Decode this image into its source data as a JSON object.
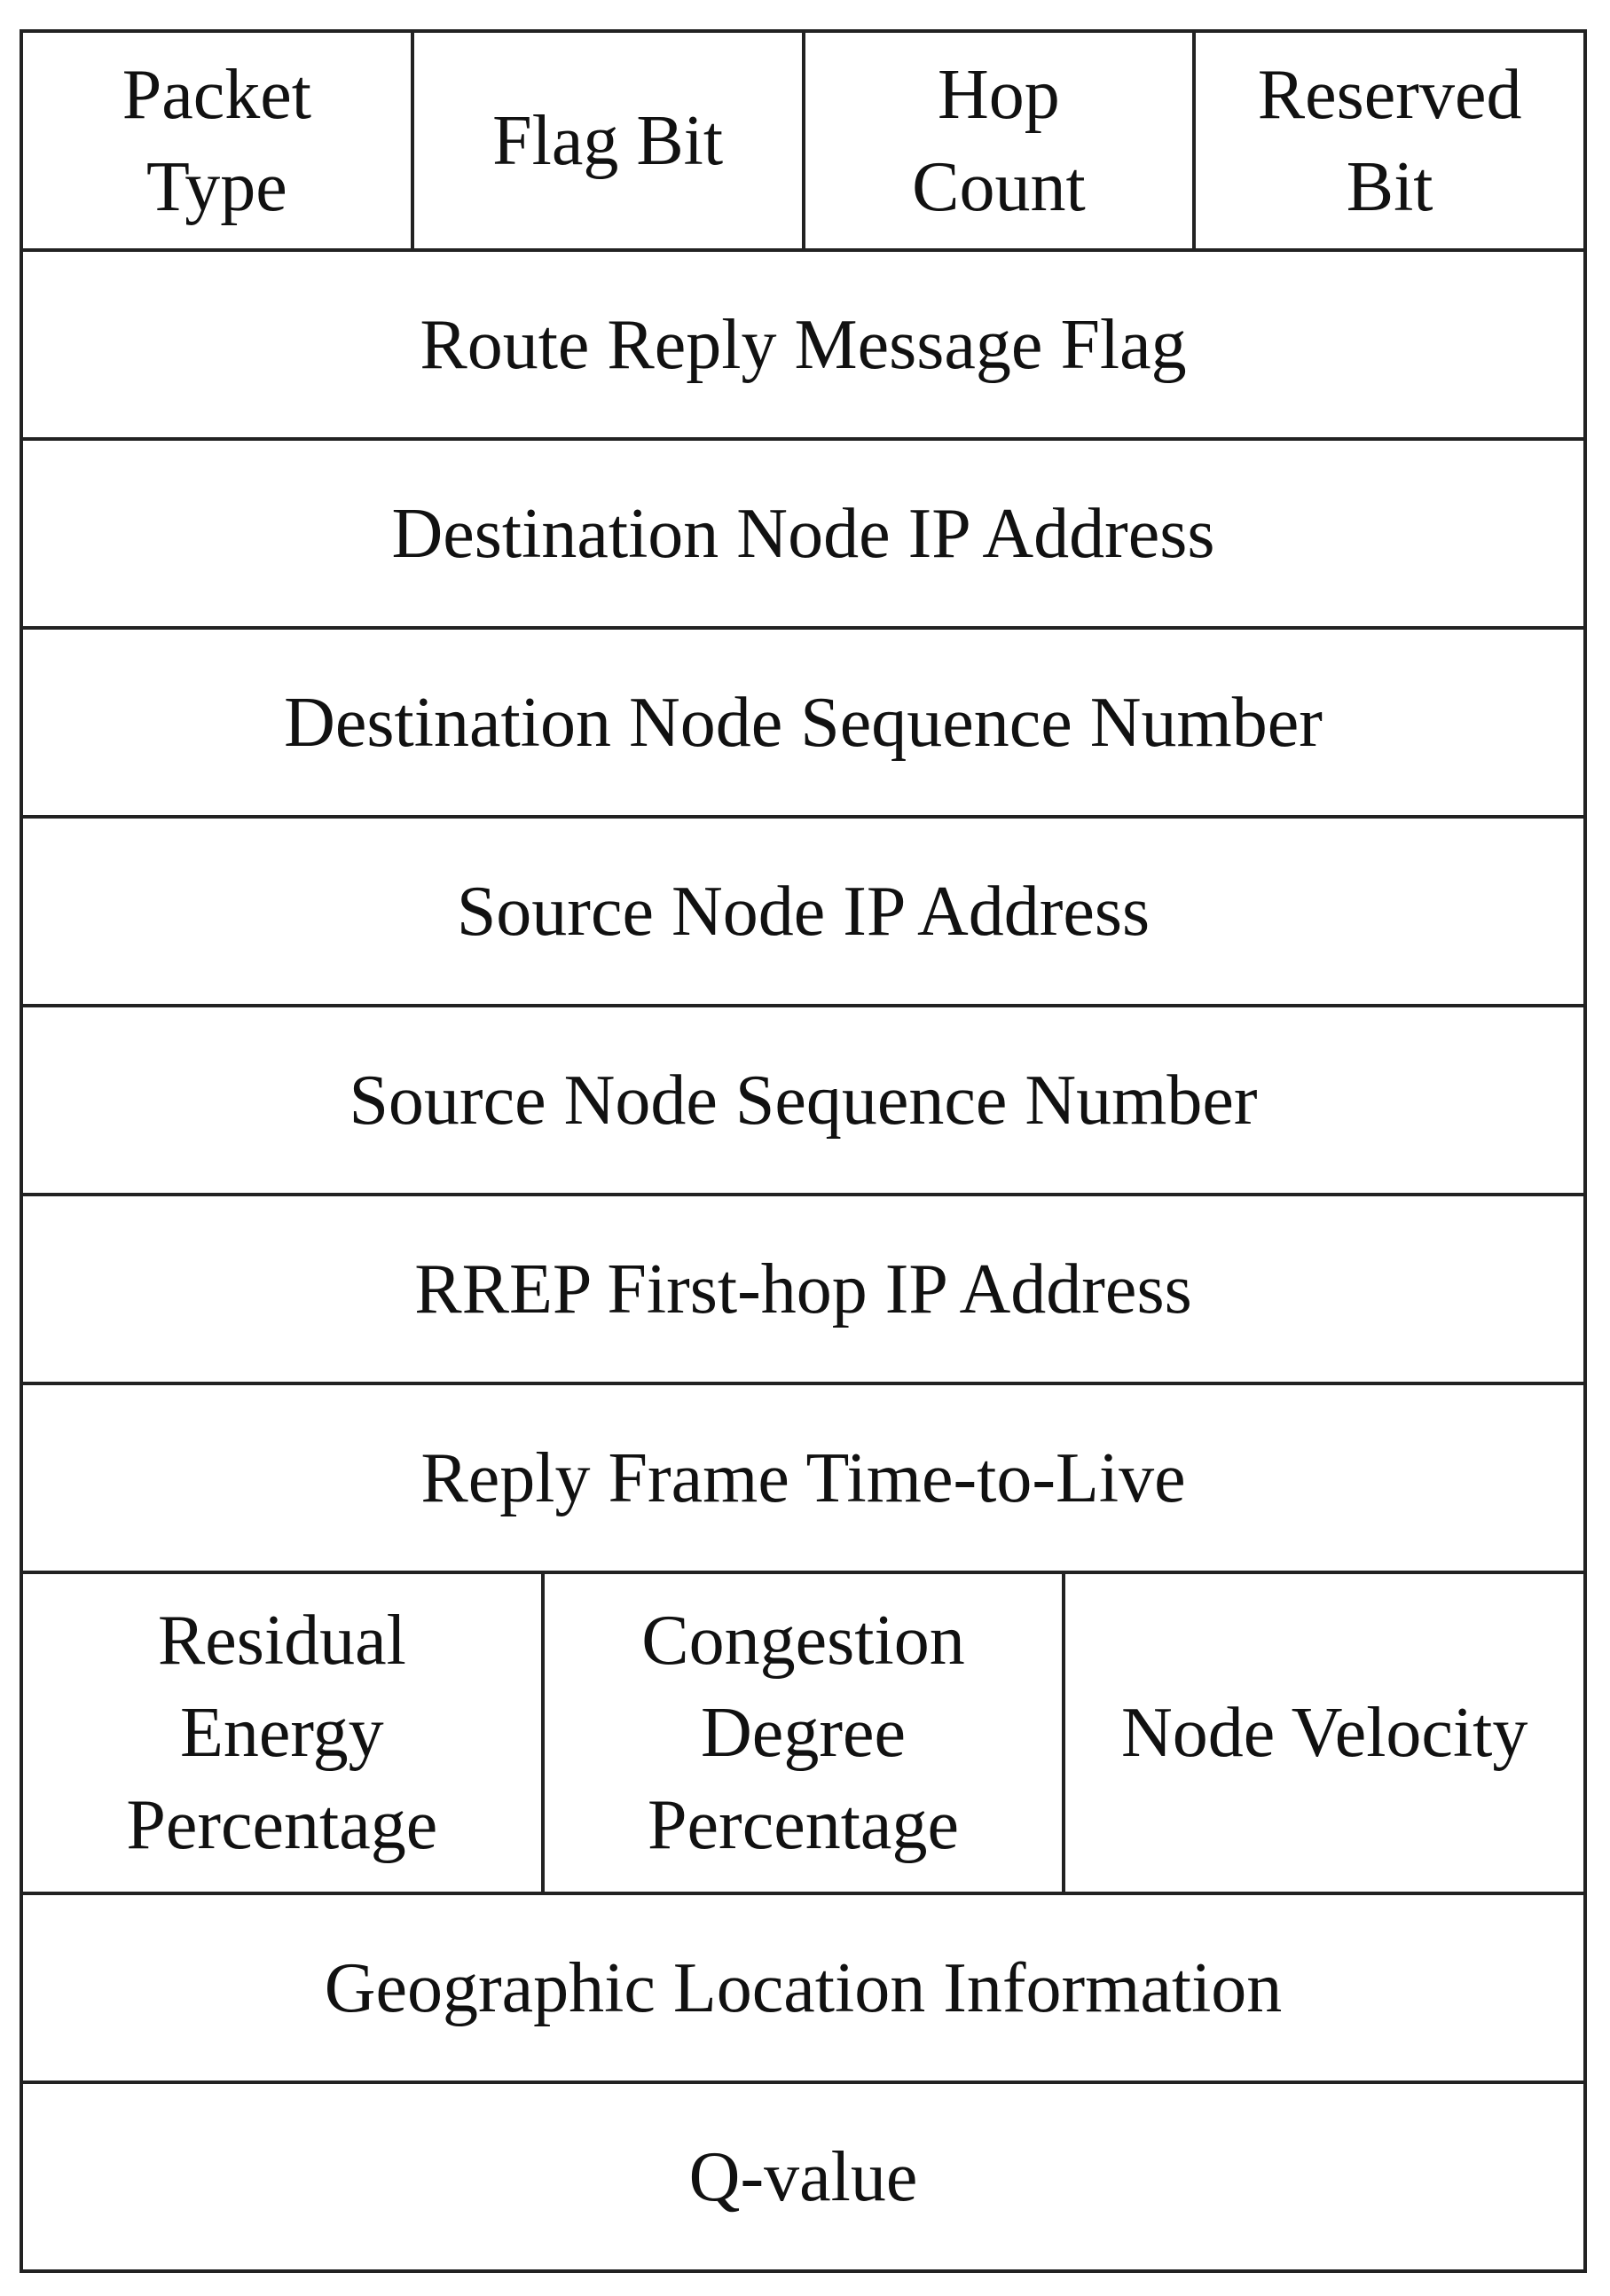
{
  "diagram": {
    "header_row": [
      {
        "label": "Packet\nType"
      },
      {
        "label": "Flag Bit"
      },
      {
        "label": "Hop\nCount"
      },
      {
        "label": "Reserved\nBit"
      }
    ],
    "full_rows": [
      "Route Reply Message Flag",
      "Destination Node IP Address",
      "Destination Node Sequence Number",
      "Source Node IP Address",
      "Source Node Sequence Number",
      "RREP First-hop IP Address",
      "Reply Frame Time-to-Live"
    ],
    "metrics_row": [
      {
        "label": "Residual\nEnergy\nPercentage"
      },
      {
        "label": "Congestion\nDegree\nPercentage"
      },
      {
        "label": "Node Velocity"
      }
    ],
    "tail_rows": [
      "Geographic Location Information",
      "Q-value"
    ]
  }
}
